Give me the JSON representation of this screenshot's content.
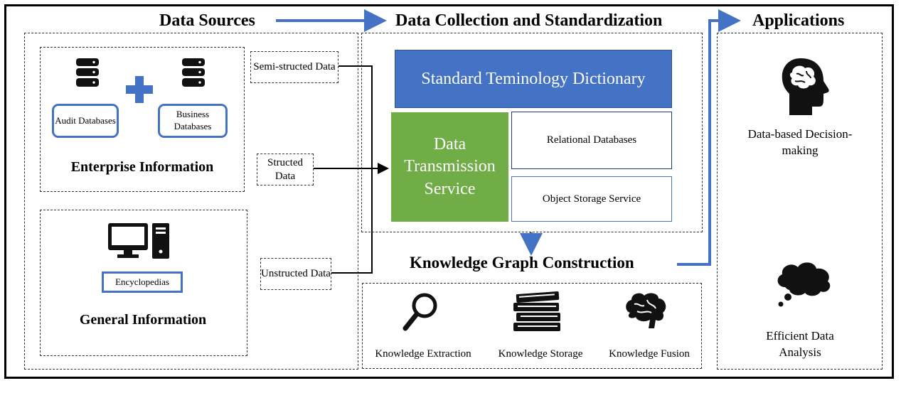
{
  "headers": {
    "sources": "Data Sources",
    "collection": "Data Collection and Standardization",
    "applications": "Applications",
    "kg": "Knowledge Graph Construction"
  },
  "enterprise": {
    "audit": "Audit Databases",
    "business": "Business Databases",
    "title": "Enterprise Information"
  },
  "general": {
    "encyclopedias": "Encyclopedias",
    "title": "General Information"
  },
  "data_types": {
    "semi": "Semi-structed Data",
    "structed": "Structed Data",
    "unstructed": "Unstructed Data"
  },
  "collection": {
    "dictionary": "Standard Teminology Dictionary",
    "transmission": "Data Transmission Service",
    "relational": "Relational Databases",
    "object_storage": "Object Storage Service"
  },
  "kg_items": {
    "extraction": "Knowledge Extraction",
    "storage": "Knowledge Storage",
    "fusion": "Knowledge Fusion"
  },
  "applications": {
    "decision": "Data-based Decision-making",
    "analysis": "Efficient Data Analysis"
  },
  "colors": {
    "accent_blue": "#4472c4",
    "green": "#70ad47"
  },
  "icons": [
    "database-icon",
    "plus-icon",
    "computer-icon",
    "magnifier-icon",
    "books-icon",
    "brain-icon",
    "head-brain-icon",
    "thought-cloud-icon"
  ]
}
